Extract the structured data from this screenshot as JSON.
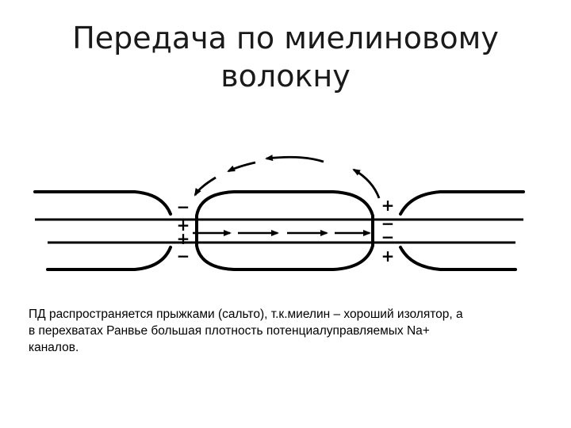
{
  "title": {
    "line1": "Передача по миелиновому",
    "line2": "волокну"
  },
  "diagram": {
    "node_charges": {
      "left": [
        "−",
        "+",
        "+",
        "−"
      ],
      "right": [
        "+",
        "−",
        "−",
        "+"
      ]
    }
  },
  "caption": {
    "line1": " ПД распространяется прыжками (сальто), т.к.миелин – хороший изолятор, а",
    "line2": "в перехватах Ранвье большая плотность потенциалуправляемых Na+",
    "line3": "каналов."
  },
  "colors": {
    "text": "#000000",
    "title": "#1a1a1a",
    "background": "#ffffff"
  }
}
